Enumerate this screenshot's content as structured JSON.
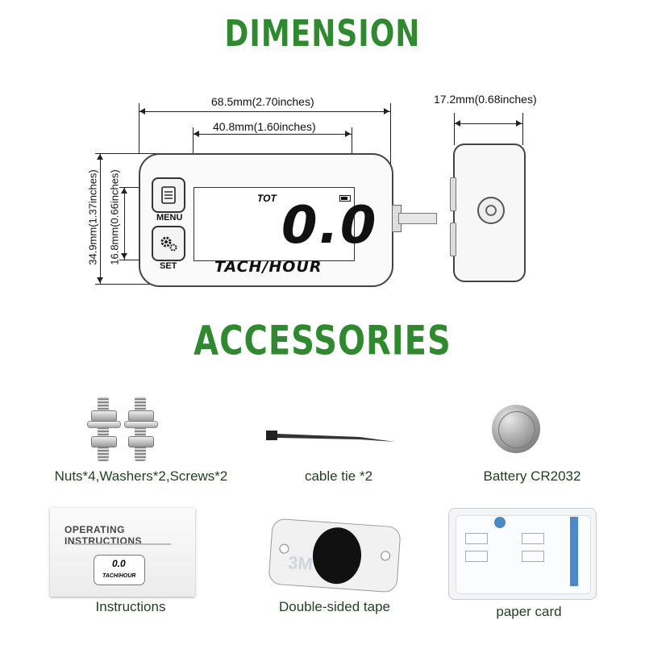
{
  "headings": {
    "dimension": "DIMENSION",
    "accessories": "ACCESSORIES"
  },
  "dimensions": {
    "width_total": "68.5mm(2.70inches)",
    "width_lcd": "40.8mm(1.60inches)",
    "depth": "17.2mm(0.68inches)",
    "height_total": "34.9mm(1.37inches)",
    "height_lcd": "16.8mm(0.66inches)"
  },
  "gauge": {
    "menu_label": "MENU",
    "set_label": "SET",
    "tot_label": "TOT",
    "reading": "0.0",
    "brand": "TACH/HOUR",
    "menu_icon": "list-icon",
    "set_icon": "gear-icon",
    "battery_icon": "battery-icon"
  },
  "accessories": [
    {
      "caption": "Nuts*4,Washers*2,Screws*2"
    },
    {
      "caption": "cable tie *2"
    },
    {
      "caption": "Battery CR2032"
    },
    {
      "caption": "Instructions"
    },
    {
      "caption": "Double-sided tape"
    },
    {
      "caption": "paper card"
    }
  ],
  "instructions": {
    "title": "OPERATING INSTRUCTIONS",
    "mini_reading": "0.0",
    "mini_brand": "TACH/HOUR"
  },
  "tape": {
    "brand": "3M"
  },
  "colors": {
    "heading_green": "#2f8a2f",
    "caption_dark_green": "#1f3f1f"
  }
}
